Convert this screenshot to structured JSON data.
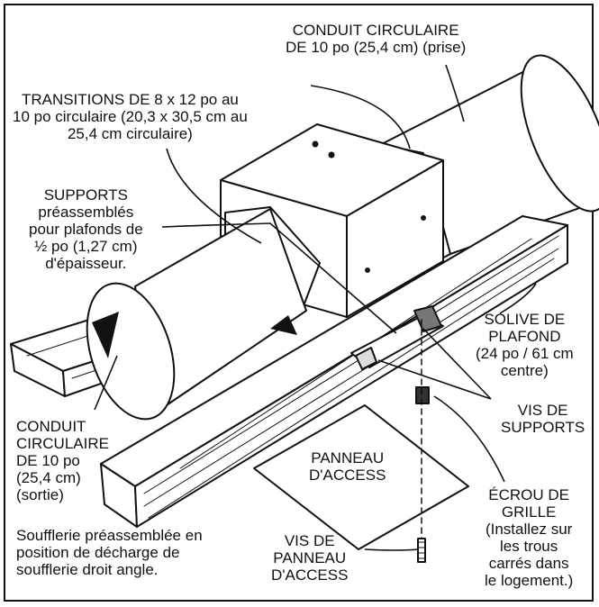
{
  "labels": {
    "conduit_prise": [
      "CONDUIT CIRCULAIRE",
      "DE 10 po (25,4 cm) (prise)"
    ],
    "transitions": [
      "TRANSITIONS DE 8 x 12 po au",
      "10 po circulaire (20,3 x 30,5 cm au",
      "25,4 cm circulaire)"
    ],
    "supports": [
      "SUPPORTS",
      "préassemblés",
      "pour plafonds de",
      "½ po (1,27 cm)",
      "d'épaisseur."
    ],
    "solive": [
      "SOLIVE DE",
      "PLAFOND",
      "(24 po / 61 cm",
      "centre)"
    ],
    "vis_supports": [
      "VIS DE",
      "SUPPORTS"
    ],
    "conduit_sortie": [
      "CONDUIT",
      "CIRCULAIRE",
      "DE 10 po",
      "(25,4 cm)",
      "(sortie)"
    ],
    "panneau": [
      "PANNEAU",
      "D'ACCESS"
    ],
    "ecrou": [
      "ÉCROU DE",
      "GRILLE",
      "(Installez sur",
      "les trous",
      "carrés dans",
      "le logement.)"
    ],
    "soufflerie": [
      "Soufflerie préassemblée en",
      "position de décharge de",
      "soufflerie droit angle."
    ],
    "vis_panneau": [
      "VIS DE",
      "PANNEAU",
      "D'ACCESS"
    ]
  }
}
